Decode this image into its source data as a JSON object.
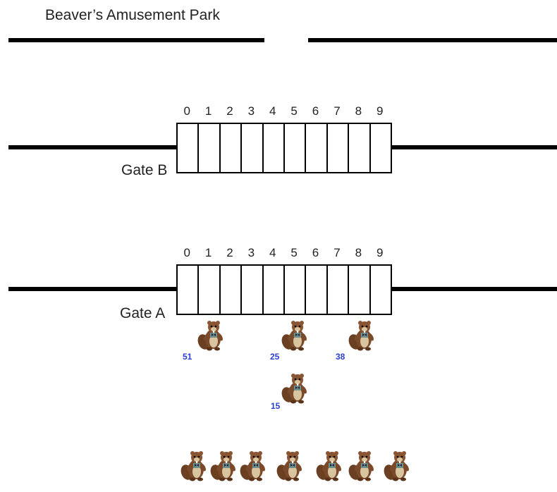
{
  "title": "Beaver’s Amusement Park",
  "gates": [
    {
      "name": "Gate B",
      "slots": [
        "0",
        "1",
        "2",
        "3",
        "4",
        "5",
        "6",
        "7",
        "8",
        "9"
      ]
    },
    {
      "name": "Gate A",
      "slots": [
        "0",
        "1",
        "2",
        "3",
        "4",
        "5",
        "6",
        "7",
        "8",
        "9"
      ]
    }
  ],
  "beaver_numbers": {
    "b1": "51",
    "b2": "25",
    "b3": "38",
    "b4": "15"
  },
  "colors": {
    "beaver_body": "#7a4a2a",
    "beaver_belly": "#d9c4a0",
    "number_text": "#2a3ed0"
  }
}
